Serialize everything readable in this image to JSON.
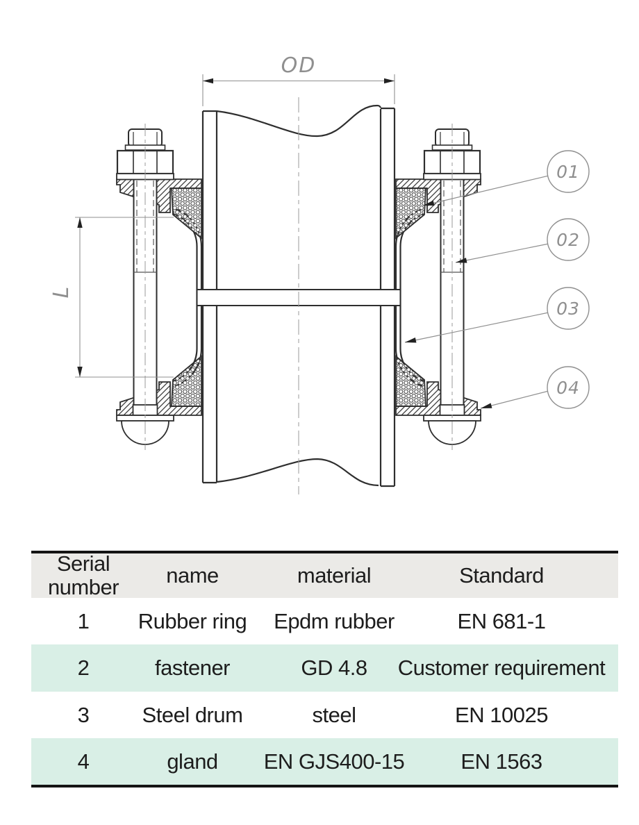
{
  "drawing": {
    "dim_od_label": "OD",
    "dim_l_label": "L",
    "callouts": [
      {
        "label": "01",
        "points_to": "rubber-ring"
      },
      {
        "label": "02",
        "points_to": "fastener-bolt"
      },
      {
        "label": "03",
        "points_to": "steel-drum-sleeve"
      },
      {
        "label": "04",
        "points_to": "gland"
      }
    ],
    "line_color": "#2e2e2e",
    "annotation_color": "#8f8f8f"
  },
  "table": {
    "headers": [
      "Serial number",
      "name",
      "material",
      "Standard"
    ],
    "rows": [
      {
        "cells": [
          "1",
          "Rubber ring",
          "Epdm rubber",
          "EN 681-1"
        ]
      },
      {
        "cells": [
          "2",
          "fastener",
          "GD 4.8",
          "Customer requirement"
        ]
      },
      {
        "cells": [
          "3",
          "Steel drum",
          "steel",
          "EN 10025"
        ]
      },
      {
        "cells": [
          "4",
          "gland",
          "EN GJS400-15",
          "EN 1563"
        ]
      }
    ],
    "colors": {
      "header_bg": "#ebeae7",
      "zebra_bg": "#d9efe6",
      "border": "#141414"
    }
  }
}
